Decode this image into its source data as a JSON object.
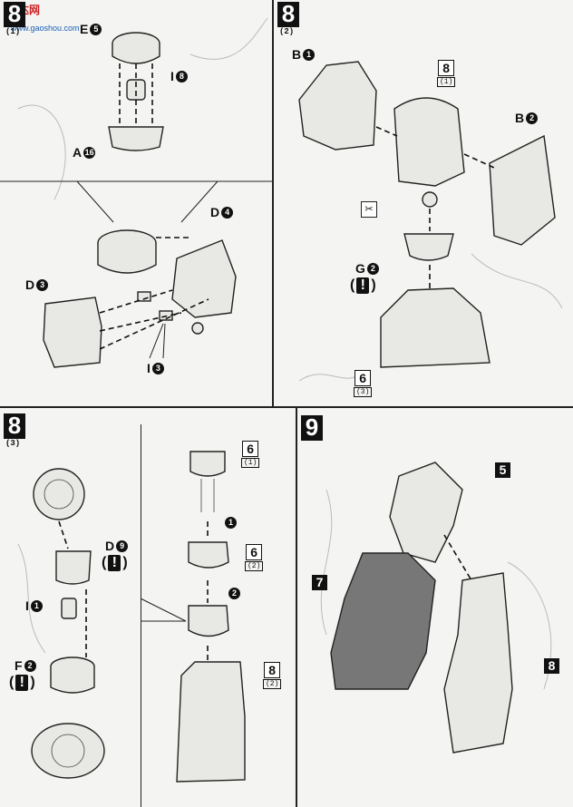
{
  "watermark": {
    "title": "高达网",
    "url": "www.gaoshou.com"
  },
  "panels": {
    "p1": {
      "step": "8",
      "sub": "(1)",
      "labels": {
        "e": "E",
        "e_num": "5",
        "i": "I",
        "i_num": "8",
        "a": "A",
        "a_num": "16",
        "d3": "D",
        "d3_num": "3",
        "d4": "D",
        "d4_num": "4",
        "i3": "I",
        "i3_num": "3"
      }
    },
    "p2": {
      "step": "8",
      "sub": "(2)",
      "labels": {
        "b1": "B",
        "b1_num": "1",
        "b2": "B",
        "b2_num": "2",
        "g": "G",
        "g_num": "2"
      },
      "ref_top": {
        "big": "8",
        "small": "(1)"
      },
      "ref_bottom": {
        "big": "6",
        "small": "(3)"
      },
      "warn_mark": "!"
    },
    "p3": {
      "step": "8",
      "sub": "(3)",
      "labels": {
        "d9": "D",
        "d9_num": "9",
        "i1": "I",
        "i1_num": "1",
        "f2": "F",
        "f2_num": "2"
      },
      "warn_mark": "!"
    },
    "p4": {
      "refs": [
        {
          "big": "6",
          "small": "(1)"
        },
        {
          "big": "6",
          "small": "(2)"
        },
        {
          "big": "8",
          "small": "(2)"
        }
      ],
      "arrow_steps": [
        "1",
        "2"
      ]
    },
    "p5": {
      "step": "9",
      "refs": [
        "5",
        "7",
        "8"
      ]
    }
  }
}
